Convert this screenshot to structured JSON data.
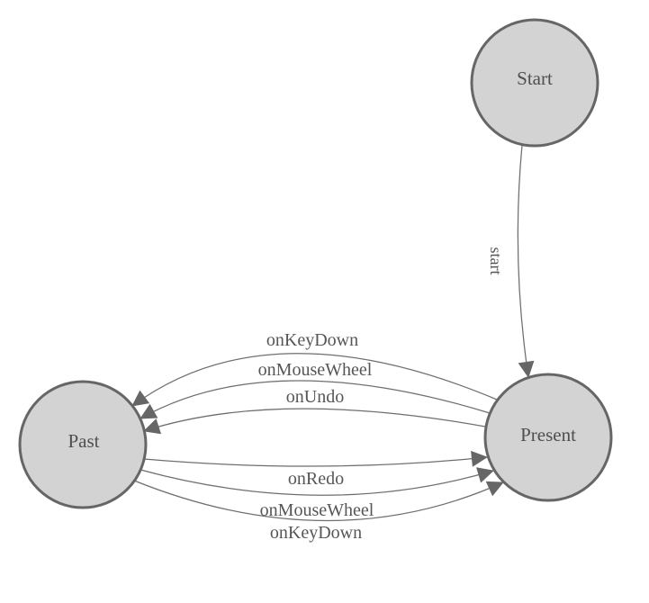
{
  "diagram": {
    "type": "state-machine",
    "colors": {
      "background": "#ffffff",
      "node_fill": "#d3d3d3",
      "node_stroke": "#666666",
      "edge_stroke": "#6e6e6e",
      "arrowhead_fill": "#666666",
      "label_text": "#555555"
    },
    "nodes": [
      {
        "id": "start",
        "label": "Start"
      },
      {
        "id": "present",
        "label": "Present"
      },
      {
        "id": "past",
        "label": "Past"
      }
    ],
    "edges": [
      {
        "from": "Start",
        "to": "Present",
        "label": "start"
      },
      {
        "from": "Present",
        "to": "Past",
        "label": "onKeyDown"
      },
      {
        "from": "Present",
        "to": "Past",
        "label": "onMouseWheel"
      },
      {
        "from": "Present",
        "to": "Past",
        "label": "onUndo"
      },
      {
        "from": "Past",
        "to": "Present",
        "label": "onRedo"
      },
      {
        "from": "Past",
        "to": "Present",
        "label": "onMouseWheel"
      },
      {
        "from": "Past",
        "to": "Present",
        "label": "onKeyDown"
      }
    ]
  }
}
